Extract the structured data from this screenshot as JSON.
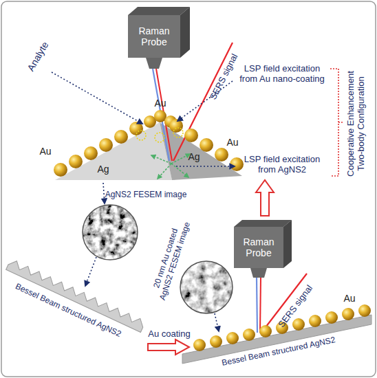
{
  "diagram": {
    "nodes": [
      {
        "text": [
          "Raman Probe"
        ]
      },
      {
        "text": [
          "Raman Probe"
        ]
      }
    ],
    "labels": [
      "Analyte",
      "SERS signal",
      "Au",
      "Au",
      "Au",
      "LSP field excitation from Au nano-coating",
      "Ag",
      "Ag",
      "LSP field excitation from AgNS2",
      "Cooperative Enhancement Two-body Configuration",
      "AgNS2 FESEM image",
      "20 nm Au coated AgNS2 FESEM image",
      "Bessel Beam structured AgNS2",
      "SERS signal",
      "Au coating",
      "Au",
      "Bessel Beam structured AgNS2"
    ]
  }
}
